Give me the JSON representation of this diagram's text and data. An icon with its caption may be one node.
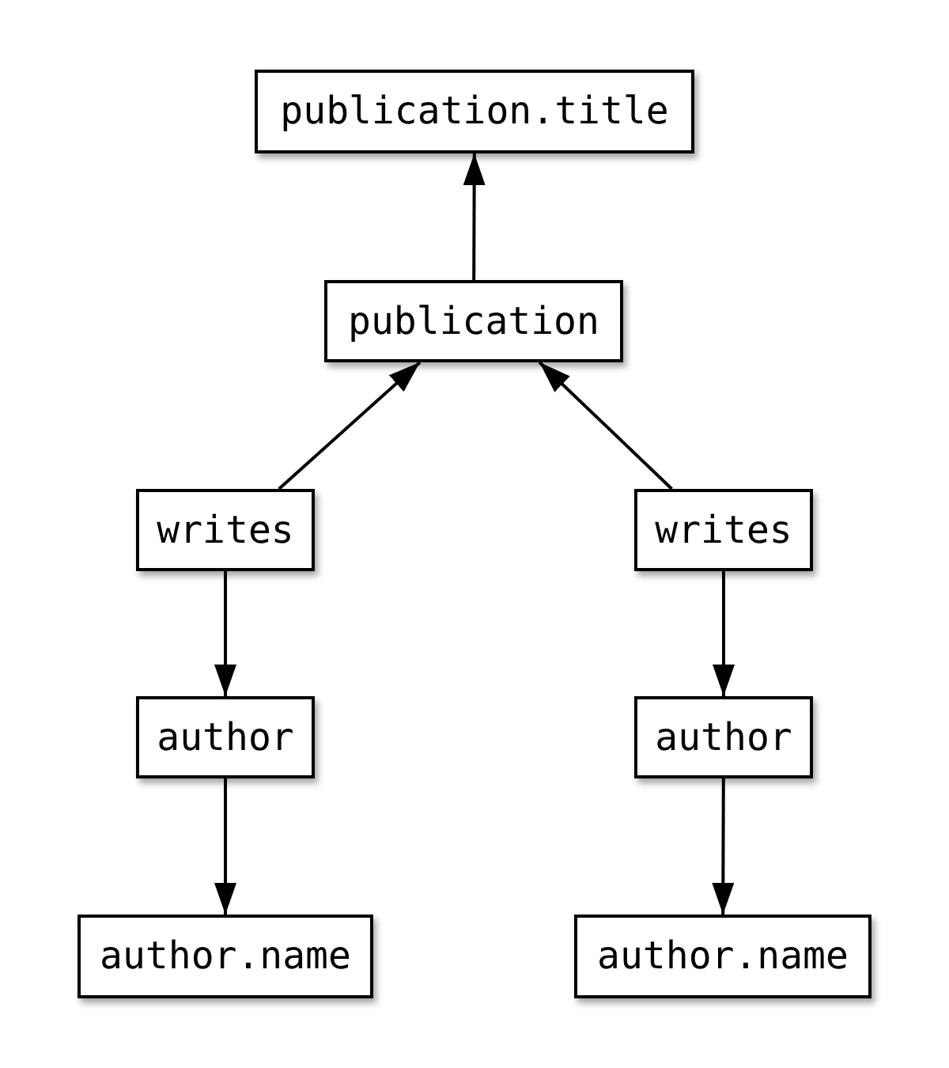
{
  "diagram": {
    "nodes": [
      {
        "text": [
          "publication.title"
        ]
      },
      {
        "text": [
          "publication"
        ]
      },
      {
        "text": [
          "writes"
        ]
      },
      {
        "text": [
          "writes"
        ]
      },
      {
        "text": [
          "author"
        ]
      },
      {
        "text": [
          "author"
        ]
      },
      {
        "text": [
          "author.name"
        ]
      },
      {
        "text": [
          "author.name"
        ]
      }
    ],
    "edges": [
      {
        "from": 1,
        "to": 0,
        "arrow": "to"
      },
      {
        "from": 2,
        "to": 1,
        "arrow": "to"
      },
      {
        "from": 3,
        "to": 1,
        "arrow": "to"
      },
      {
        "from": 2,
        "to": 4,
        "arrow": "to"
      },
      {
        "from": 3,
        "to": 5,
        "arrow": "to"
      },
      {
        "from": 4,
        "to": 6,
        "arrow": "to"
      },
      {
        "from": 5,
        "to": 7,
        "arrow": "to"
      }
    ]
  }
}
